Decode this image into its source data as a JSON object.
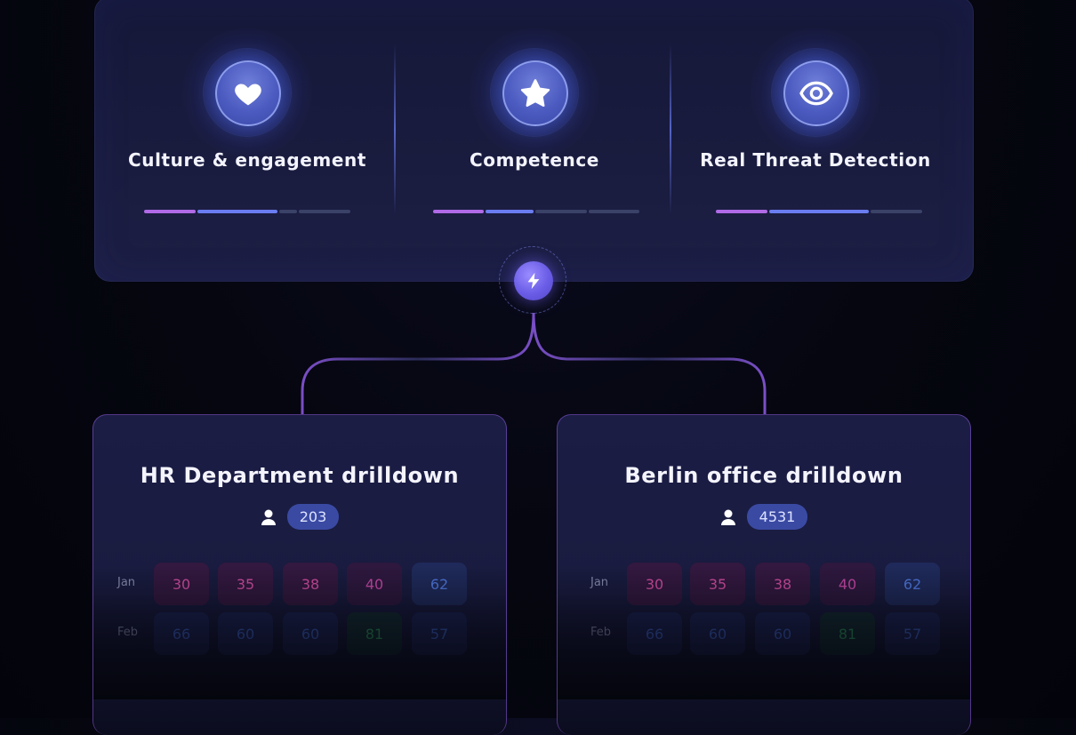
{
  "metrics": [
    {
      "label": "Culture & engagement",
      "icon": "heart-icon",
      "segments": [
        "#b06ae6",
        "#6a7df0",
        "#3a4268",
        "#3a4268"
      ],
      "fill": [
        58,
        90,
        20,
        60
      ]
    },
    {
      "label": "Competence",
      "icon": "star-icon",
      "segments": [
        "#b06ae6",
        "#6a7df0",
        "#3a4268",
        "#3a4268"
      ],
      "fill": [
        58,
        54,
        58,
        58
      ]
    },
    {
      "label": "Real Threat Detection",
      "icon": "eye-icon",
      "segments": [
        "#b06ae6",
        "#6a7df0",
        "#3a4268"
      ],
      "fill": [
        58,
        112,
        60
      ]
    }
  ],
  "hub": {
    "icon": "lightning-icon"
  },
  "cards": [
    {
      "title": "HR Department drilldown",
      "count": "203",
      "rows": [
        {
          "label": "Jan",
          "values": [
            "30",
            "35",
            "38",
            "40",
            "62"
          ]
        },
        {
          "label": "Feb",
          "values": [
            "66",
            "60",
            "60",
            "81",
            "57"
          ]
        }
      ]
    },
    {
      "title": "Berlin office drilldown",
      "count": "4531",
      "rows": [
        {
          "label": "Jan",
          "values": [
            "30",
            "35",
            "38",
            "40",
            "62"
          ]
        },
        {
          "label": "Feb",
          "values": [
            "66",
            "60",
            "60",
            "81",
            "57"
          ]
        }
      ]
    }
  ]
}
